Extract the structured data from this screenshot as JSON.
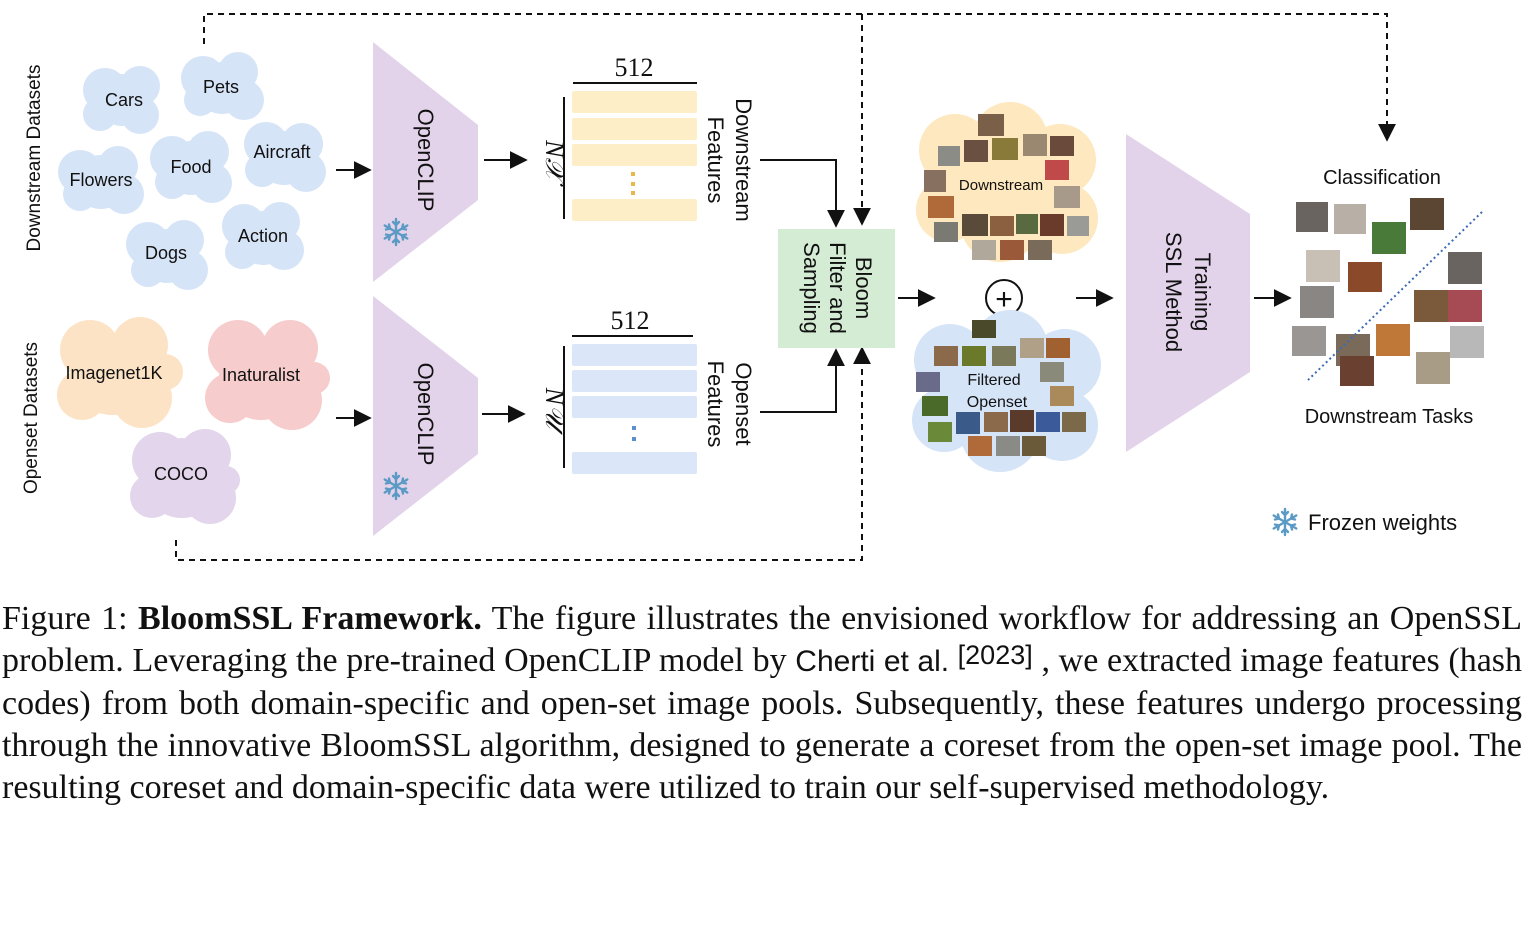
{
  "diagram": {
    "group_labels": {
      "downstream": "Downstream Datasets",
      "openset": "Openset Datasets"
    },
    "downstream_datasets": [
      "Cars",
      "Pets",
      "Flowers",
      "Food",
      "Aircraft",
      "Dogs",
      "Action"
    ],
    "openset_datasets": [
      "Imagenet1K",
      "Inaturalist",
      "COCO"
    ],
    "encoder_label": "OpenCLIP",
    "feature_dim": "512",
    "n_x_label": "N𝒳",
    "n_u_label": "N𝒰",
    "downstream_features_lines": [
      "Downstream",
      "Features"
    ],
    "openset_features_lines": [
      "Openset",
      "Features"
    ],
    "bloom_box_lines": [
      "Bloom",
      "Filter and",
      "Sampling"
    ],
    "pool_downstream_label": "Downstream",
    "pool_filtered_lines": [
      "Filtered",
      "Openset"
    ],
    "plus_symbol": "+",
    "training_lines": [
      "Training",
      "SSL Method"
    ],
    "classification_label": "Classification",
    "downstream_tasks_label": "Downstream Tasks",
    "legend_label": "Frozen weights",
    "colors": {
      "downstream_cloud": "#d6e4f7",
      "imagenet_cloud": "#fce3c6",
      "inaturalist_cloud": "#f6cccc",
      "coco_cloud": "#e3d5eb",
      "encoder": "#e2d3ea",
      "downstream_feature_bar": "#fdeec7",
      "openset_feature_bar": "#dbe7f8",
      "bloom_box": "#d4ebd4",
      "frozen_icon": "#5a9ac4"
    }
  },
  "caption": {
    "figure_label": "Figure 1:",
    "title": "BloomSSL Framework.",
    "text_1": "The figure illustrates the envisioned workflow for addressing an OpenSSL problem. Leveraging the pre-trained OpenCLIP model by",
    "cite_authors": "Cherti et al.",
    "cite_year": "[2023]",
    "text_2": ", we extracted image features (hash codes) from both domain-specific and open-set image pools. Subsequently, these features undergo processing through the innovative BloomSSL algorithm, designed to generate a coreset from the open-set image pool. The resulting coreset and domain-specific data were utilized to train our self-supervised methodology."
  }
}
